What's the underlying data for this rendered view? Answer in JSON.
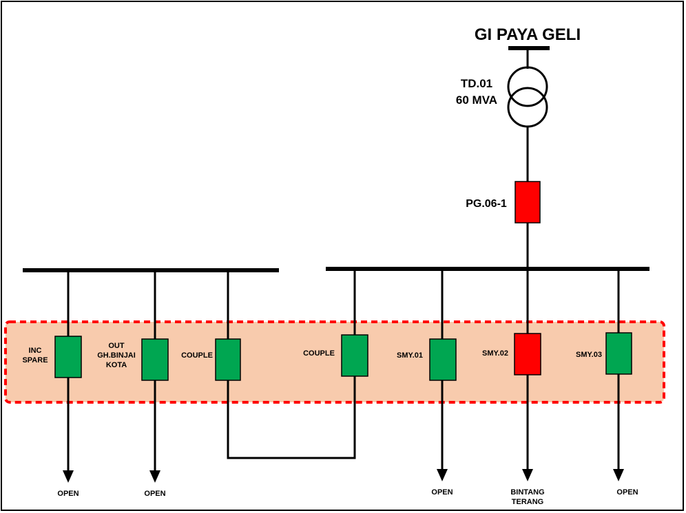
{
  "substation_title": "GI PAYA GELI",
  "transformer": {
    "id": "TD.01",
    "rating": "60 MVA"
  },
  "incoming_breaker": {
    "label": "PG.06-1",
    "state": "closed"
  },
  "bays": [
    {
      "label_lines": [
        "INC",
        "SPARE"
      ],
      "state": "open",
      "outlet": [
        "OPEN"
      ]
    },
    {
      "label_lines": [
        "OUT",
        "GH.BINJAI",
        "KOTA"
      ],
      "state": "open",
      "outlet": [
        "OPEN"
      ]
    },
    {
      "label_lines": [
        "COUPLE"
      ],
      "state": "open",
      "outlet": []
    },
    {
      "label_lines": [
        "COUPLE"
      ],
      "state": "open",
      "outlet": []
    },
    {
      "label_lines": [
        "SMY.01"
      ],
      "state": "open",
      "outlet": [
        "OPEN"
      ]
    },
    {
      "label_lines": [
        "SMY.02"
      ],
      "state": "closed",
      "outlet": [
        "BINTANG",
        "TERANG"
      ]
    },
    {
      "label_lines": [
        "SMY.03"
      ],
      "state": "open",
      "outlet": [
        "OPEN"
      ]
    }
  ],
  "colors": {
    "open_breaker": "#00a651",
    "closed_breaker": "#ff0000",
    "highlight_fill": "#f8cbad",
    "highlight_border": "#ff0000",
    "line": "#000000"
  }
}
